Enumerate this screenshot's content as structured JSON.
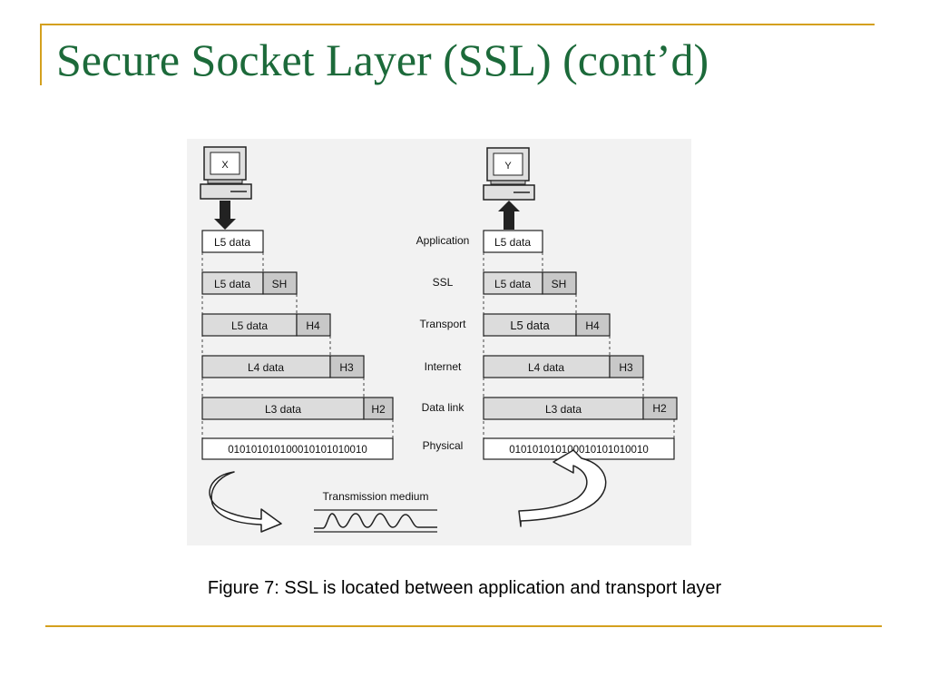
{
  "slide": {
    "title": "Secure Socket Layer (SSL) (cont’d)",
    "caption": "Figure 7: SSL is located between application and transport layer"
  },
  "colors": {
    "title": "#1c6a3a",
    "rule": "#d4a01e",
    "figure_bg": "#f2f2f2",
    "box_fill": "#dcdcdc",
    "header_fill": "#c8c8c8"
  },
  "figure": {
    "left_host": {
      "label": "X"
    },
    "right_host": {
      "label": "Y"
    },
    "layer_labels": [
      "Application",
      "SSL",
      "Transport",
      "Internet",
      "Data link",
      "Physical"
    ],
    "left_stack": [
      {
        "data": "L5 data",
        "header": ""
      },
      {
        "data": "L5 data",
        "header": "SH"
      },
      {
        "data": "L5 data",
        "header": "H4"
      },
      {
        "data": "L4 data",
        "header": "H3"
      },
      {
        "data": "L3 data",
        "header": "H2"
      },
      {
        "data": "010101010100010101010010",
        "header": ""
      }
    ],
    "right_stack": [
      {
        "data": "L5 data",
        "header": ""
      },
      {
        "data": "L5 data",
        "header": "SH"
      },
      {
        "data": "L5 data",
        "header": "H4"
      },
      {
        "data": "L4 data",
        "header": "H3"
      },
      {
        "data": "L3 data",
        "header": "H2"
      },
      {
        "data": "010101010100010101010010",
        "header": ""
      }
    ],
    "medium_label": "Transmission medium"
  }
}
